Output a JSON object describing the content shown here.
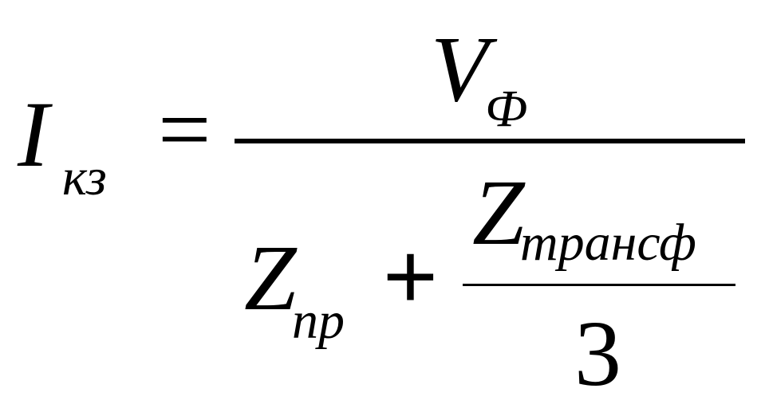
{
  "formula": {
    "lhs": {
      "symbol": "I",
      "subscript": "кз"
    },
    "equals": "=",
    "numerator": {
      "symbol": "V",
      "subscript": "Ф"
    },
    "denominator": {
      "term1": {
        "symbol": "Z",
        "subscript": "пр"
      },
      "plus": "+",
      "inner_fraction": {
        "numerator": {
          "symbol": "Z",
          "subscript": "трансф"
        },
        "denominator": "3"
      }
    }
  }
}
